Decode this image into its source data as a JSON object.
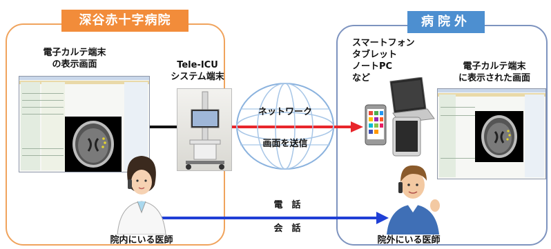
{
  "hospital": {
    "title": "深谷赤十字病院",
    "emr_label_line1": "電子カルテ端末",
    "emr_label_line2": "の表示画面",
    "teleicu_label_line1": "Tele-ICU",
    "teleicu_label_line2": "システム端末",
    "doctor_label": "院内にいる医師"
  },
  "outside": {
    "title": "病院外",
    "devices_line1": "スマートフォン",
    "devices_line2": "タブレット",
    "devices_line3": "ノートPC",
    "devices_line4": "など",
    "emr_label_line1": "電子カルテ端末",
    "emr_label_line2": "に表示された画面",
    "doctor_label": "院外にいる医師"
  },
  "network": {
    "label": "ネットワーク",
    "sublabel": "画面を送信"
  },
  "call": {
    "label_top": "電　話",
    "label_bottom": "会　話"
  },
  "colors": {
    "hospital_accent": "#f28c3a",
    "outside_accent": "#4d8fd0",
    "network_arrow": "#e8262b",
    "call_arrow": "#1f3fd6"
  }
}
